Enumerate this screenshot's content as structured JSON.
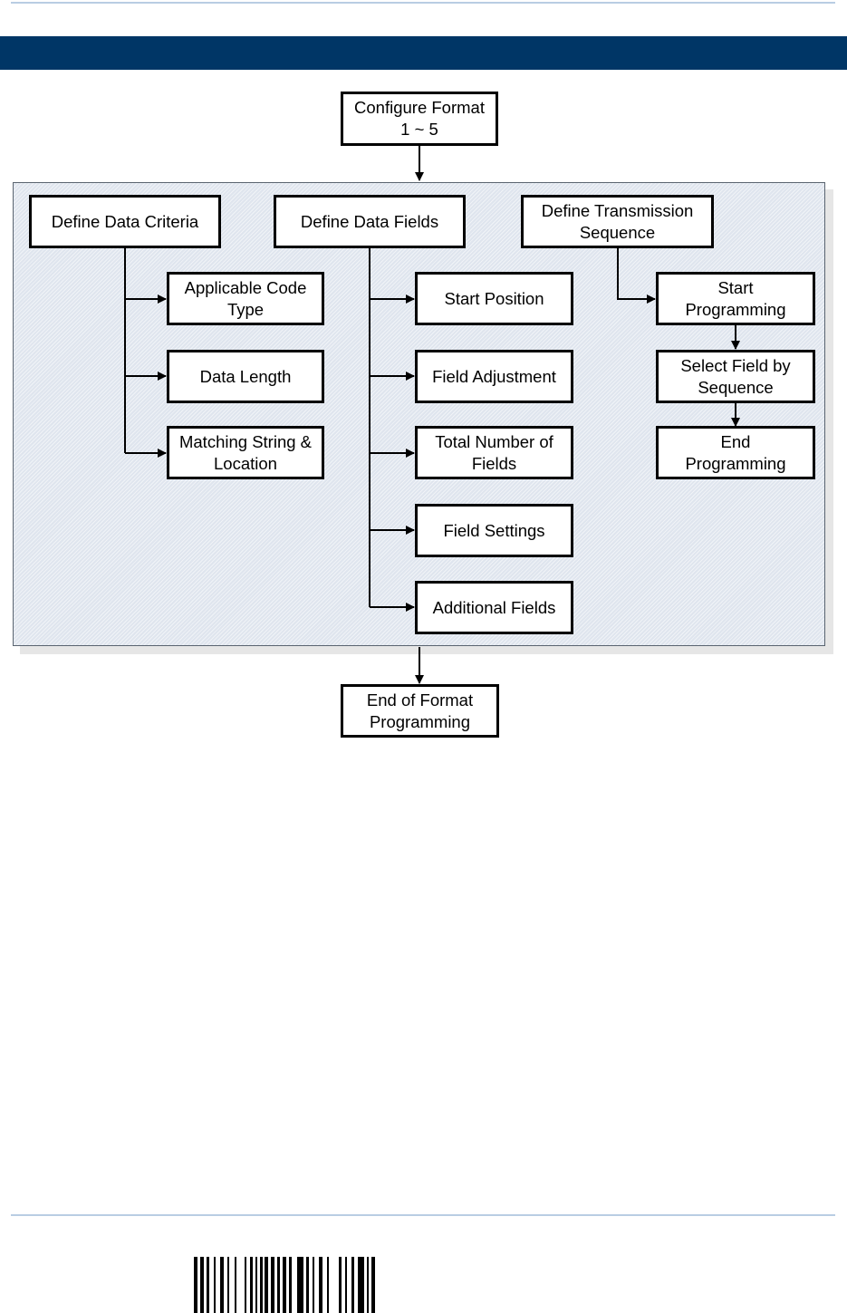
{
  "diagram": {
    "nodes": {
      "configure_format": "Configure Format\n1 ~ 5",
      "define_data_criteria": "Define Data Criteria",
      "applicable_code_type": "Applicable Code\nType",
      "data_length": "Data Length",
      "matching_string_location": "Matching String &\nLocation",
      "define_data_fields": "Define Data Fields",
      "start_position": "Start Position",
      "field_adjustment": "Field Adjustment",
      "total_number_of_fields": "Total Number of\nFields",
      "field_settings": "Field Settings",
      "additional_fields": "Additional Fields",
      "define_transmission_sequence": "Define Transmission\nSequence",
      "start_programming": "Start\nProgramming",
      "select_field_by_sequence": "Select Field by\nSequence",
      "end_programming": "End\nProgramming",
      "end_of_format_programming": "End of Format\nProgramming"
    },
    "edges": [
      [
        "configure_format",
        "panel"
      ],
      [
        "define_data_criteria",
        "applicable_code_type"
      ],
      [
        "define_data_criteria",
        "data_length"
      ],
      [
        "define_data_criteria",
        "matching_string_location"
      ],
      [
        "define_data_fields",
        "start_position"
      ],
      [
        "define_data_fields",
        "field_adjustment"
      ],
      [
        "define_data_fields",
        "total_number_of_fields"
      ],
      [
        "define_data_fields",
        "field_settings"
      ],
      [
        "define_data_fields",
        "additional_fields"
      ],
      [
        "define_transmission_sequence",
        "start_programming"
      ],
      [
        "start_programming",
        "select_field_by_sequence"
      ],
      [
        "select_field_by_sequence",
        "end_programming"
      ],
      [
        "panel",
        "end_of_format_programming"
      ]
    ]
  }
}
